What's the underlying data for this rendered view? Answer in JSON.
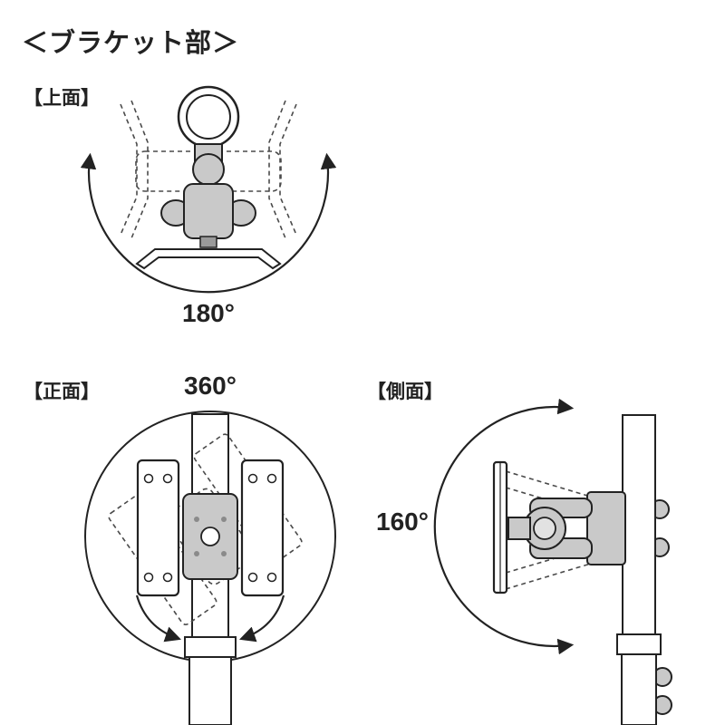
{
  "title": "＜ブラケット部＞",
  "colors": {
    "line": "#222222",
    "metal": "#c9c9c9",
    "phantom": "#4a4a4a",
    "bg": "#ffffff"
  },
  "views": {
    "top": {
      "label": "【上面】",
      "angle": "180°"
    },
    "front": {
      "label": "【正面】",
      "angle": "360°"
    },
    "side": {
      "label": "【側面】",
      "angle": "160°"
    }
  }
}
